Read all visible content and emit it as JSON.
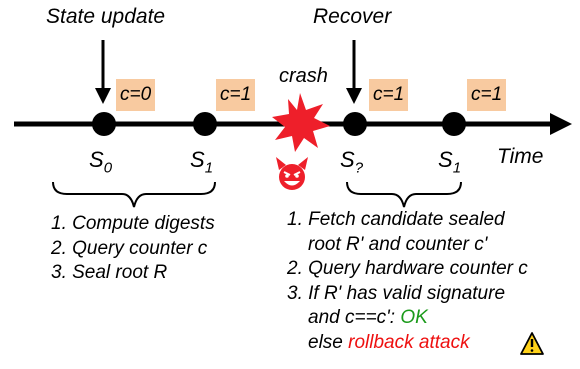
{
  "top_labels": {
    "state_update": "State update",
    "recover": "Recover",
    "crash": "crash"
  },
  "counters": [
    "c=0",
    "c=1",
    "c=1",
    "c=1"
  ],
  "states": [
    {
      "base": "S",
      "sub": "0"
    },
    {
      "base": "S",
      "sub": "1"
    },
    {
      "base": "S",
      "sub": "?"
    },
    {
      "base": "S",
      "sub": "1"
    }
  ],
  "axis_label": "Time",
  "left_steps": [
    "1. Compute digests",
    "2. Query counter c",
    "3. Seal root R"
  ],
  "right_steps": {
    "line1": "1. Fetch candidate sealed",
    "line2": "root R' and counter c'",
    "line3": "2. Query hardware counter c",
    "line4": "3. If R' has valid signature",
    "line5_prefix": "and c==c': ",
    "line5_ok": "OK",
    "line6_prefix": "else ",
    "line6_attack": "rollback attack"
  },
  "colors": {
    "counter_bg": "#f8caa0",
    "ok": "#1a9a1a",
    "attack": "#ee1010",
    "crash": "#ee1f2a",
    "warning": "#ffd21a"
  }
}
